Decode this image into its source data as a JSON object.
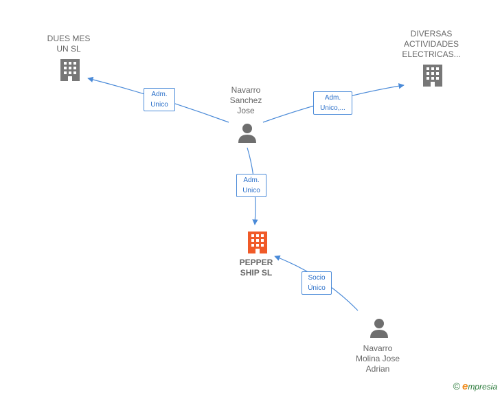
{
  "nodes": {
    "dues_mes": {
      "label": "DUES MES\nUN  SL"
    },
    "diversas": {
      "label": "DIVERSAS\nACTIVIDADES\nELECTRICAS..."
    },
    "navarro_sanchez": {
      "label": "Navarro\nSanchez\nJose"
    },
    "pepper_ship": {
      "label": "PEPPER\nSHIP  SL"
    },
    "navarro_molina": {
      "label": "Navarro\nMolina Jose\nAdrian"
    }
  },
  "edges": {
    "adm_unico_dues": "Adm.\nUnico",
    "adm_unico_diversas": "Adm.\nUnico,...",
    "adm_unico_pepper": "Adm.\nUnico",
    "socio_unico_pepper": "Socio\nÚnico"
  },
  "colors": {
    "edge": "#4a8ad8",
    "building_gray": "#777777",
    "building_highlight": "#f05a28",
    "person_gray": "#6e6e6e"
  },
  "footer": {
    "copyright": "©",
    "brand_initial": "e",
    "brand_rest": "mpresia"
  }
}
